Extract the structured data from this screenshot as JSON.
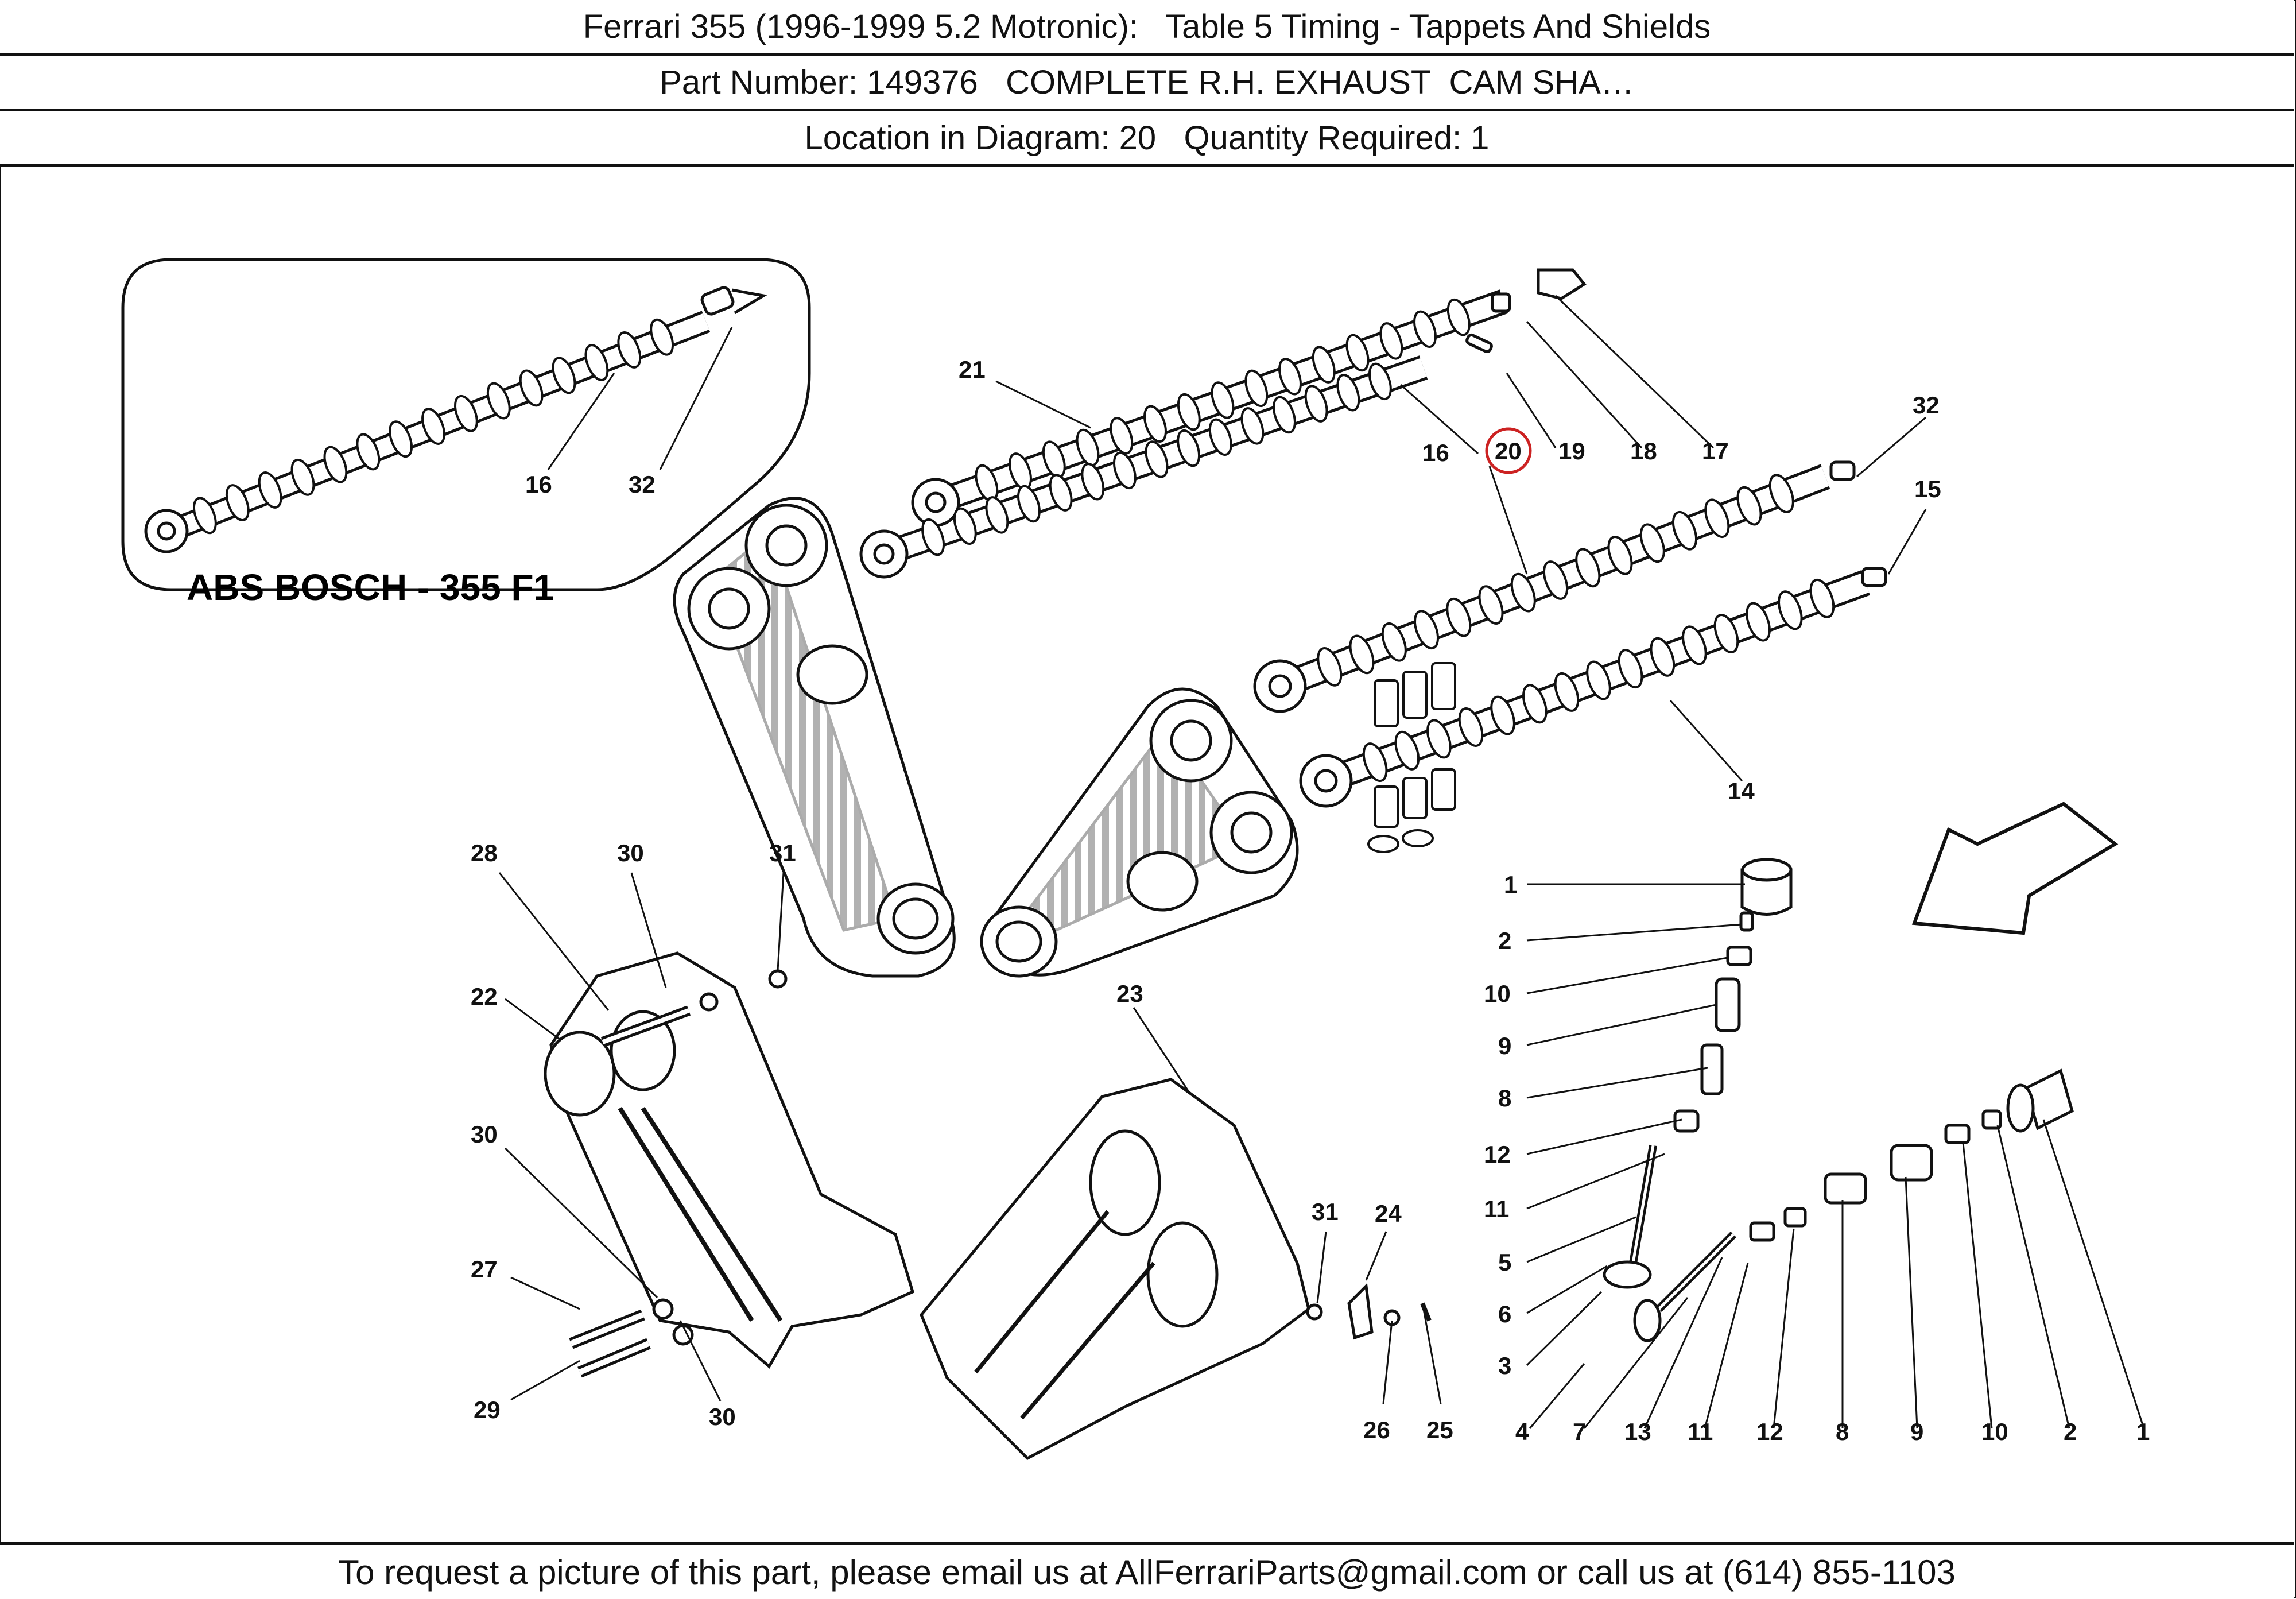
{
  "header": {
    "title": "Ferrari 355 (1996-1999 5.2 Motronic):   Table 5 Timing - Tappets And Shields",
    "part_line": "Part Number: 149376   COMPLETE R.H. EXHAUST  CAM SHA…",
    "location_line": "Location in Diagram: 20   Quantity Required: 1"
  },
  "diagram": {
    "inset_caption": "ABS BOSCH - 355 F1",
    "highlighted_callout": "20",
    "highlight_color": "#cc2222",
    "callouts": {
      "c21": "21",
      "c20": "20",
      "c19": "19",
      "c18": "18",
      "c17": "17",
      "c16a": "16",
      "c32a": "32",
      "c16b": "16",
      "c32b": "32",
      "c15": "15",
      "c14": "14",
      "c28": "28",
      "c30a": "30",
      "c31a": "31",
      "c22": "22",
      "c30b": "30",
      "c27": "27",
      "c29": "29",
      "c30c": "30",
      "c23": "23",
      "c31b": "31",
      "c24": "24",
      "c26": "26",
      "c25": "25",
      "l1": "1",
      "l2": "2",
      "l10": "10",
      "l9": "9",
      "l8": "8",
      "l12": "12",
      "l11": "11",
      "l5": "5",
      "l6": "6",
      "l3": "3",
      "b4": "4",
      "b7": "7",
      "b13": "13",
      "b11": "11",
      "b12": "12",
      "b8": "8",
      "b9": "9",
      "b10": "10",
      "b2": "2",
      "b1": "1"
    }
  },
  "footer": {
    "text": "To request a picture of this part, please email us at AllFerrariParts@gmail.com or call us at (614) 855-1103"
  }
}
